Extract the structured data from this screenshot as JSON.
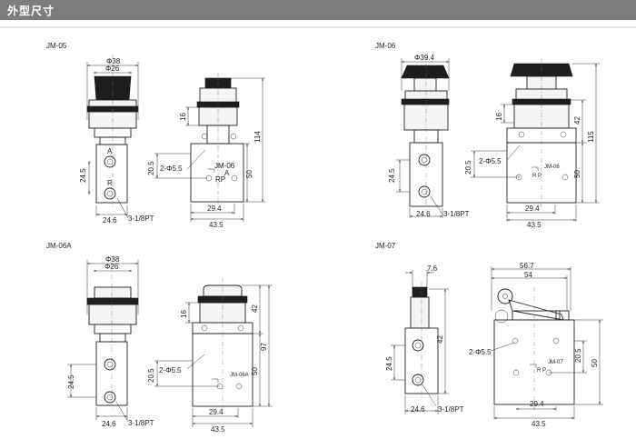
{
  "header": {
    "title": "外型尺寸"
  },
  "models": {
    "jm05": {
      "name": "JM-05",
      "dims": {
        "d38": "Φ38",
        "d26": "Φ26",
        "h16": "16",
        "h114": "114",
        "h20_5": "20.5",
        "h24_5": "24.5",
        "w24_6": "24.6",
        "w29_4": "29.4",
        "w43_5": "43.5",
        "h50": "50",
        "hole": "2-Φ5.5",
        "thread": "3-1/8PT"
      },
      "ports": {
        "a": "A",
        "r": "R"
      },
      "label": {
        "model": "JM-06",
        "a": "A",
        "rp": "RP"
      }
    },
    "jm06": {
      "name": "JM-06",
      "dims": {
        "d39_4": "Φ39.4",
        "h16": "16",
        "h42": "42",
        "h115": "115",
        "h20_5": "20.5",
        "h24_5": "24.5",
        "w24_6": "24.6",
        "w29_4": "29.4",
        "w43_5": "43.5",
        "h50": "50",
        "hole": "2-Φ5.5",
        "thread": "3-1/8PT"
      },
      "label": {
        "model": "JM-06",
        "rp": "R P"
      }
    },
    "jm06a": {
      "name": "JM-06A",
      "dims": {
        "d38": "Φ38",
        "d26": "Φ26",
        "h16": "16",
        "h42": "42",
        "h97": "97",
        "h20_5": "20.5",
        "h24_5": "24.5",
        "w24_6": "24.6",
        "w29_4": "29.4",
        "w43_5": "43.5",
        "h50": "50",
        "hole": "2-Φ5.5",
        "thread": "3-1/8PT"
      },
      "label": {
        "model": "JM-06A"
      }
    },
    "jm07": {
      "name": "JM-07",
      "dims": {
        "w7_6": "7.6",
        "h42": "42",
        "h24_5": "24.5",
        "w24_6": "24.6",
        "w56_7": "56.7",
        "w54": "54",
        "h20_5": "20.5",
        "h50": "50",
        "w29_4": "29.4",
        "w43_5": "43.5",
        "hole": "2-Φ5.5",
        "thread": "3-1/8PT"
      },
      "label": {
        "model": "JM-07",
        "rp": "R P"
      }
    }
  }
}
